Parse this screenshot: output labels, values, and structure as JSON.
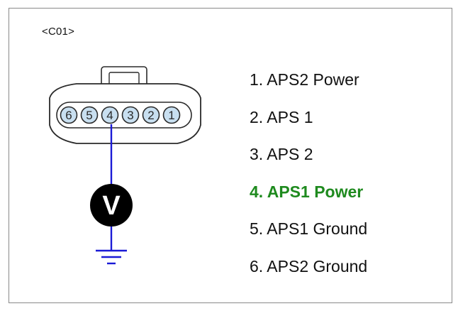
{
  "connector": {
    "id_label": "<C01>",
    "pins": [
      "6",
      "5",
      "4",
      "3",
      "2",
      "1"
    ],
    "measured_pin": "4"
  },
  "meter": {
    "symbol": "V"
  },
  "pin_list": [
    {
      "label": "1. APS2 Power",
      "active": false
    },
    {
      "label": "2. APS 1",
      "active": false
    },
    {
      "label": "3. APS 2",
      "active": false
    },
    {
      "label": "4. APS1 Power",
      "active": true
    },
    {
      "label": "5. APS1 Ground",
      "active": false
    },
    {
      "label": "6. APS2 Ground",
      "active": false
    }
  ],
  "colors": {
    "text": "#111111",
    "highlight": "#1e8a1e",
    "wire": "#1a1ad6",
    "pin_fill": "#c8dff0",
    "connector_fill": "#ffffff",
    "outline": "#2a2a2a",
    "meter": "#000000",
    "frame": "#8a8a8a"
  }
}
